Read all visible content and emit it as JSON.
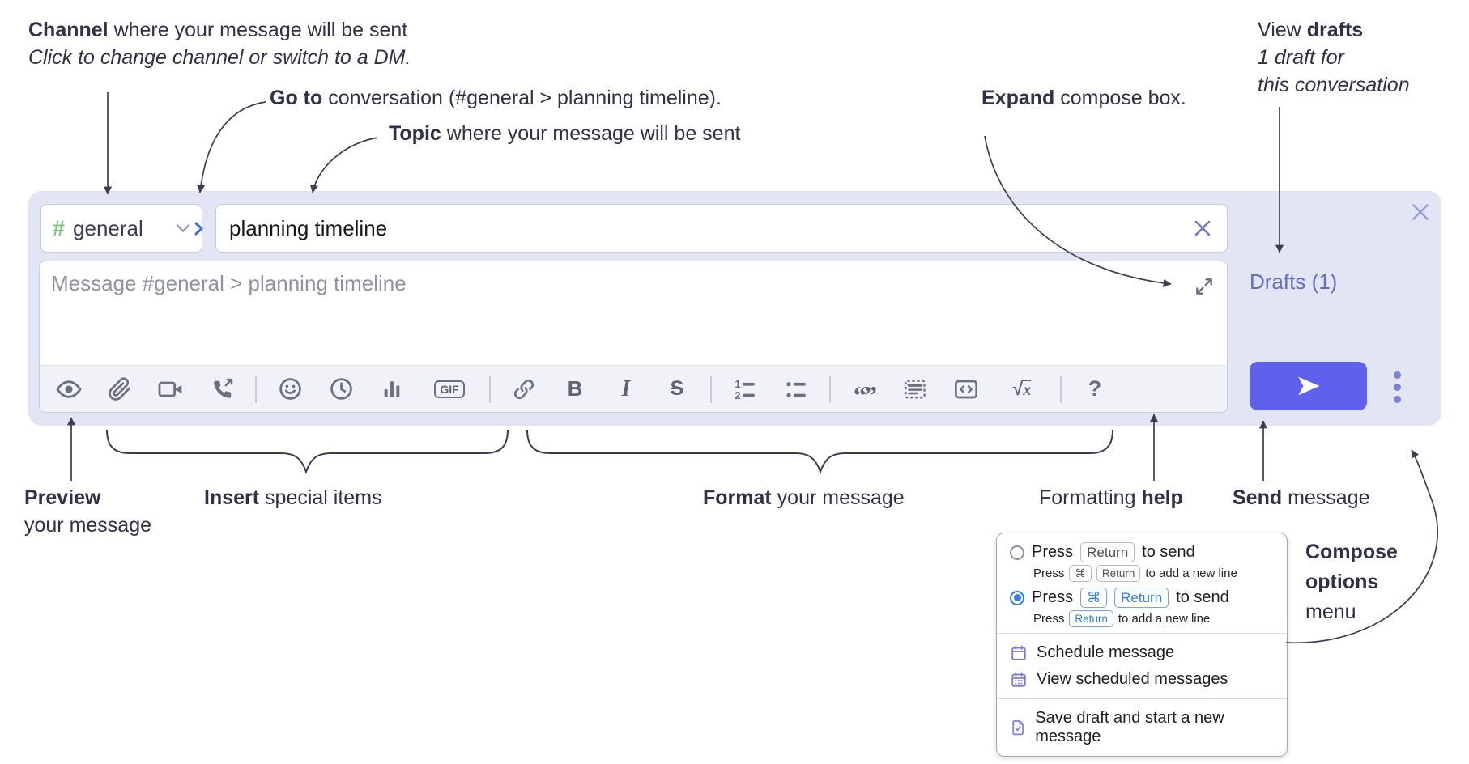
{
  "colors": {
    "compose_background": "#e2e5f3",
    "accent_send": "#6060ef",
    "drafts_link": "#646dbf",
    "channel_hash_green": "#7bc47f",
    "goto_chevron_blue": "#3f6af5",
    "radio_selected_blue": "#2e7df6",
    "menu_icon_purple": "#7b7ee1",
    "annotation_text": "#2f3147",
    "toolbar_icon_gray": "#6b707f"
  },
  "annotations": {
    "channel": {
      "bold": "Channel",
      "text": " where your message will be sent",
      "subtext": "Click to change channel or switch to a DM."
    },
    "go_to": {
      "bold": "Go to",
      "text": " conversation (#general > planning timeline)."
    },
    "topic": {
      "bold": "Topic",
      "text": " where your message will be sent"
    },
    "expand": {
      "bold": "Expand",
      "text": " compose box."
    },
    "view_drafts": {
      "text": "View ",
      "bold": "drafts",
      "line2": "1 draft for",
      "line3": "this conversation"
    },
    "preview": {
      "bold": "Preview",
      "line2": "your message"
    },
    "insert": {
      "bold": "Insert",
      "text": " special items"
    },
    "format": {
      "bold": "Format",
      "text": " your message"
    },
    "formatting_help": {
      "text": "Formatting ",
      "bold": "help"
    },
    "send": {
      "bold": "Send",
      "text": " message"
    },
    "compose_options": {
      "bold1": "Compose",
      "bold2": "options",
      "line3": "menu"
    }
  },
  "compose": {
    "channel": {
      "hash": "#",
      "name": "general"
    },
    "topic": {
      "value": "planning timeline"
    },
    "message": {
      "placeholder": "Message #general > planning timeline"
    },
    "drafts_link": "Drafts (1)",
    "toolbar": {
      "gif": "GIF",
      "bold": "B",
      "italic": "I",
      "strike": "S",
      "quote": "“”",
      "math_radical": "√",
      "math_x": "x",
      "help": "?"
    }
  },
  "menu": {
    "options": [
      {
        "press": "Press",
        "key1": "Return",
        "suffix": "to send",
        "sub_press": "Press",
        "sub_key1": "⌘",
        "sub_key2": "Return",
        "sub_suffix": "to add a new line"
      },
      {
        "press": "Press",
        "key1": "⌘",
        "key2": "Return",
        "suffix": "to send",
        "sub_press": "Press",
        "sub_key1": "Return",
        "sub_suffix": "to add a new line"
      }
    ],
    "items": [
      "Schedule message",
      "View scheduled messages",
      "Save draft and start a new message"
    ]
  }
}
